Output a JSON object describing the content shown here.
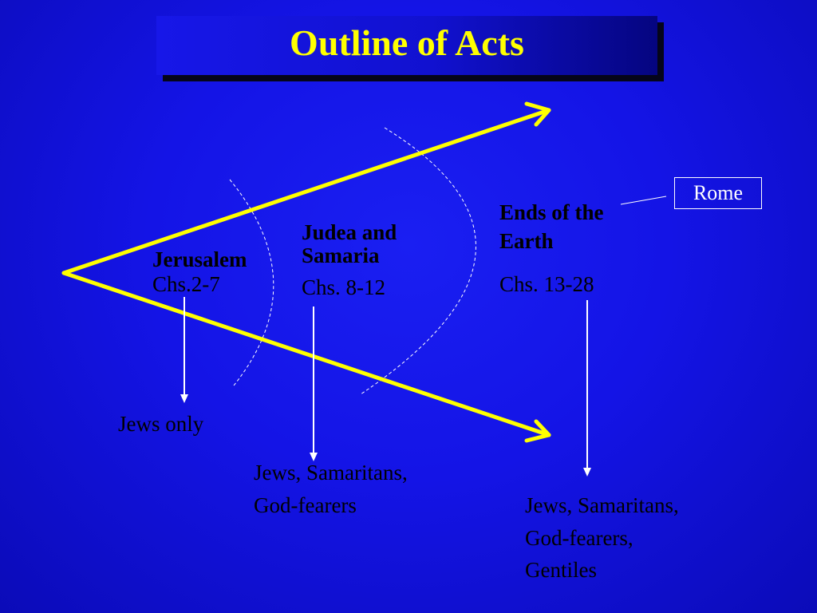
{
  "slide": {
    "title": "Outline of Acts"
  },
  "regions": [
    {
      "name": "Jerusalem",
      "chapters": "Chs.2-7",
      "audience": [
        "Jews only"
      ]
    },
    {
      "name_lines": [
        "Judea and",
        "Samaria"
      ],
      "chapters": "Chs. 8-12",
      "audience": [
        "Jews, Samaritans,",
        "God-fearers"
      ]
    },
    {
      "name_lines": [
        "Ends of the",
        "Earth"
      ],
      "chapters": "Chs. 13-28",
      "audience": [
        "Jews, Samaritans,",
        "God-fearers,",
        "Gentiles"
      ]
    }
  ],
  "callout": {
    "label": "Rome"
  },
  "colors": {
    "background": "#1414e6",
    "title_text": "#ffff00",
    "arrow": "#ffff00",
    "label_text": "#000000",
    "white_lines": "#ffffff"
  }
}
